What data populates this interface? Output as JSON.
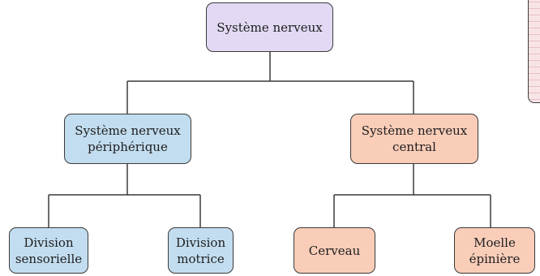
{
  "diagram": {
    "root": "Système nerveux",
    "peripheral": "Système nerveux\npériphérique",
    "central": "Système nerveux\ncentral",
    "sensory": "Division\nsensorielle",
    "motor": "Division\nmotrice",
    "brain": "Cerveau",
    "spinal": "Moelle\népinière"
  },
  "colors": {
    "root_fill": "#e3d9f5",
    "peripheral_fill": "#c2ddef",
    "central_fill": "#f9cdb8",
    "line": "#3a3a3a"
  }
}
